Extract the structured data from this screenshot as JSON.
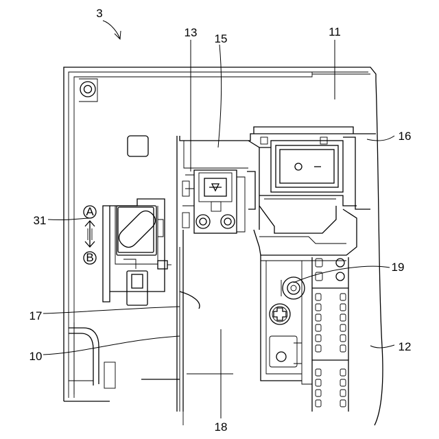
{
  "figure": {
    "reference_numerals": {
      "device": "3",
      "cover": "11",
      "terminal_block": "12",
      "connector": "13",
      "partition": "15",
      "switch_housing": "16",
      "slot_edge": "17",
      "base_plate": "10",
      "lower_panel": "18",
      "screw": "19",
      "selector": "31"
    },
    "selector_marks": {
      "upper": "A",
      "lower": "B"
    }
  }
}
